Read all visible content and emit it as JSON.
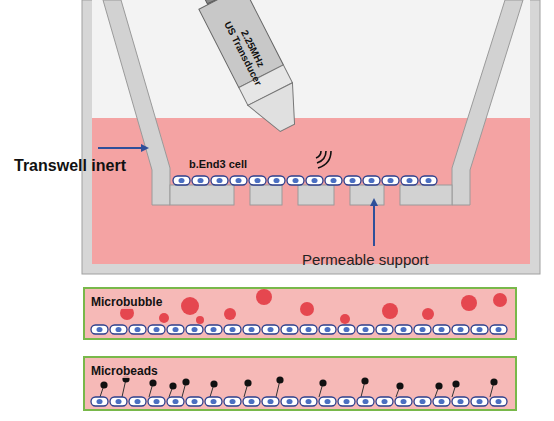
{
  "diagram": {
    "nodes": [
      {
        "text": [
          "Microbubble"
        ]
      },
      {
        "text": [
          "Microbeads"
        ]
      }
    ],
    "labels": [
      "Transwell inert",
      "b.End3 cell",
      "Permeable support",
      "2.25MHz",
      "US Transducer"
    ]
  }
}
